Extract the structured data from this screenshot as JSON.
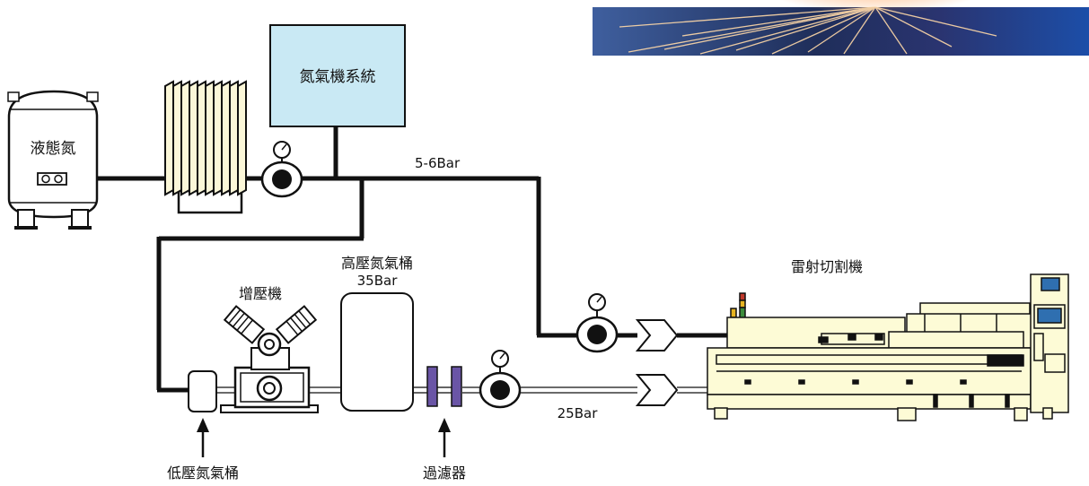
{
  "labels": {
    "liquid_nitrogen": "液態氮",
    "nitrogen_system": "氮氣機系統",
    "pressure_low": "5-6Bar",
    "booster": "增壓機",
    "high_pressure_tank": "高壓氮氣桶",
    "high_pressure_value": "35Bar",
    "laser_cutter": "雷射切割機",
    "pressure_high_line": "25Bar",
    "low_pressure_tank": "低壓氮氣桶",
    "filter": "過濾器"
  },
  "colors": {
    "system_box_fill": "#c9e9f4",
    "filter_fill": "#6a55a6",
    "machine_fill": "#fdfbd6",
    "pipe": "#111111"
  }
}
